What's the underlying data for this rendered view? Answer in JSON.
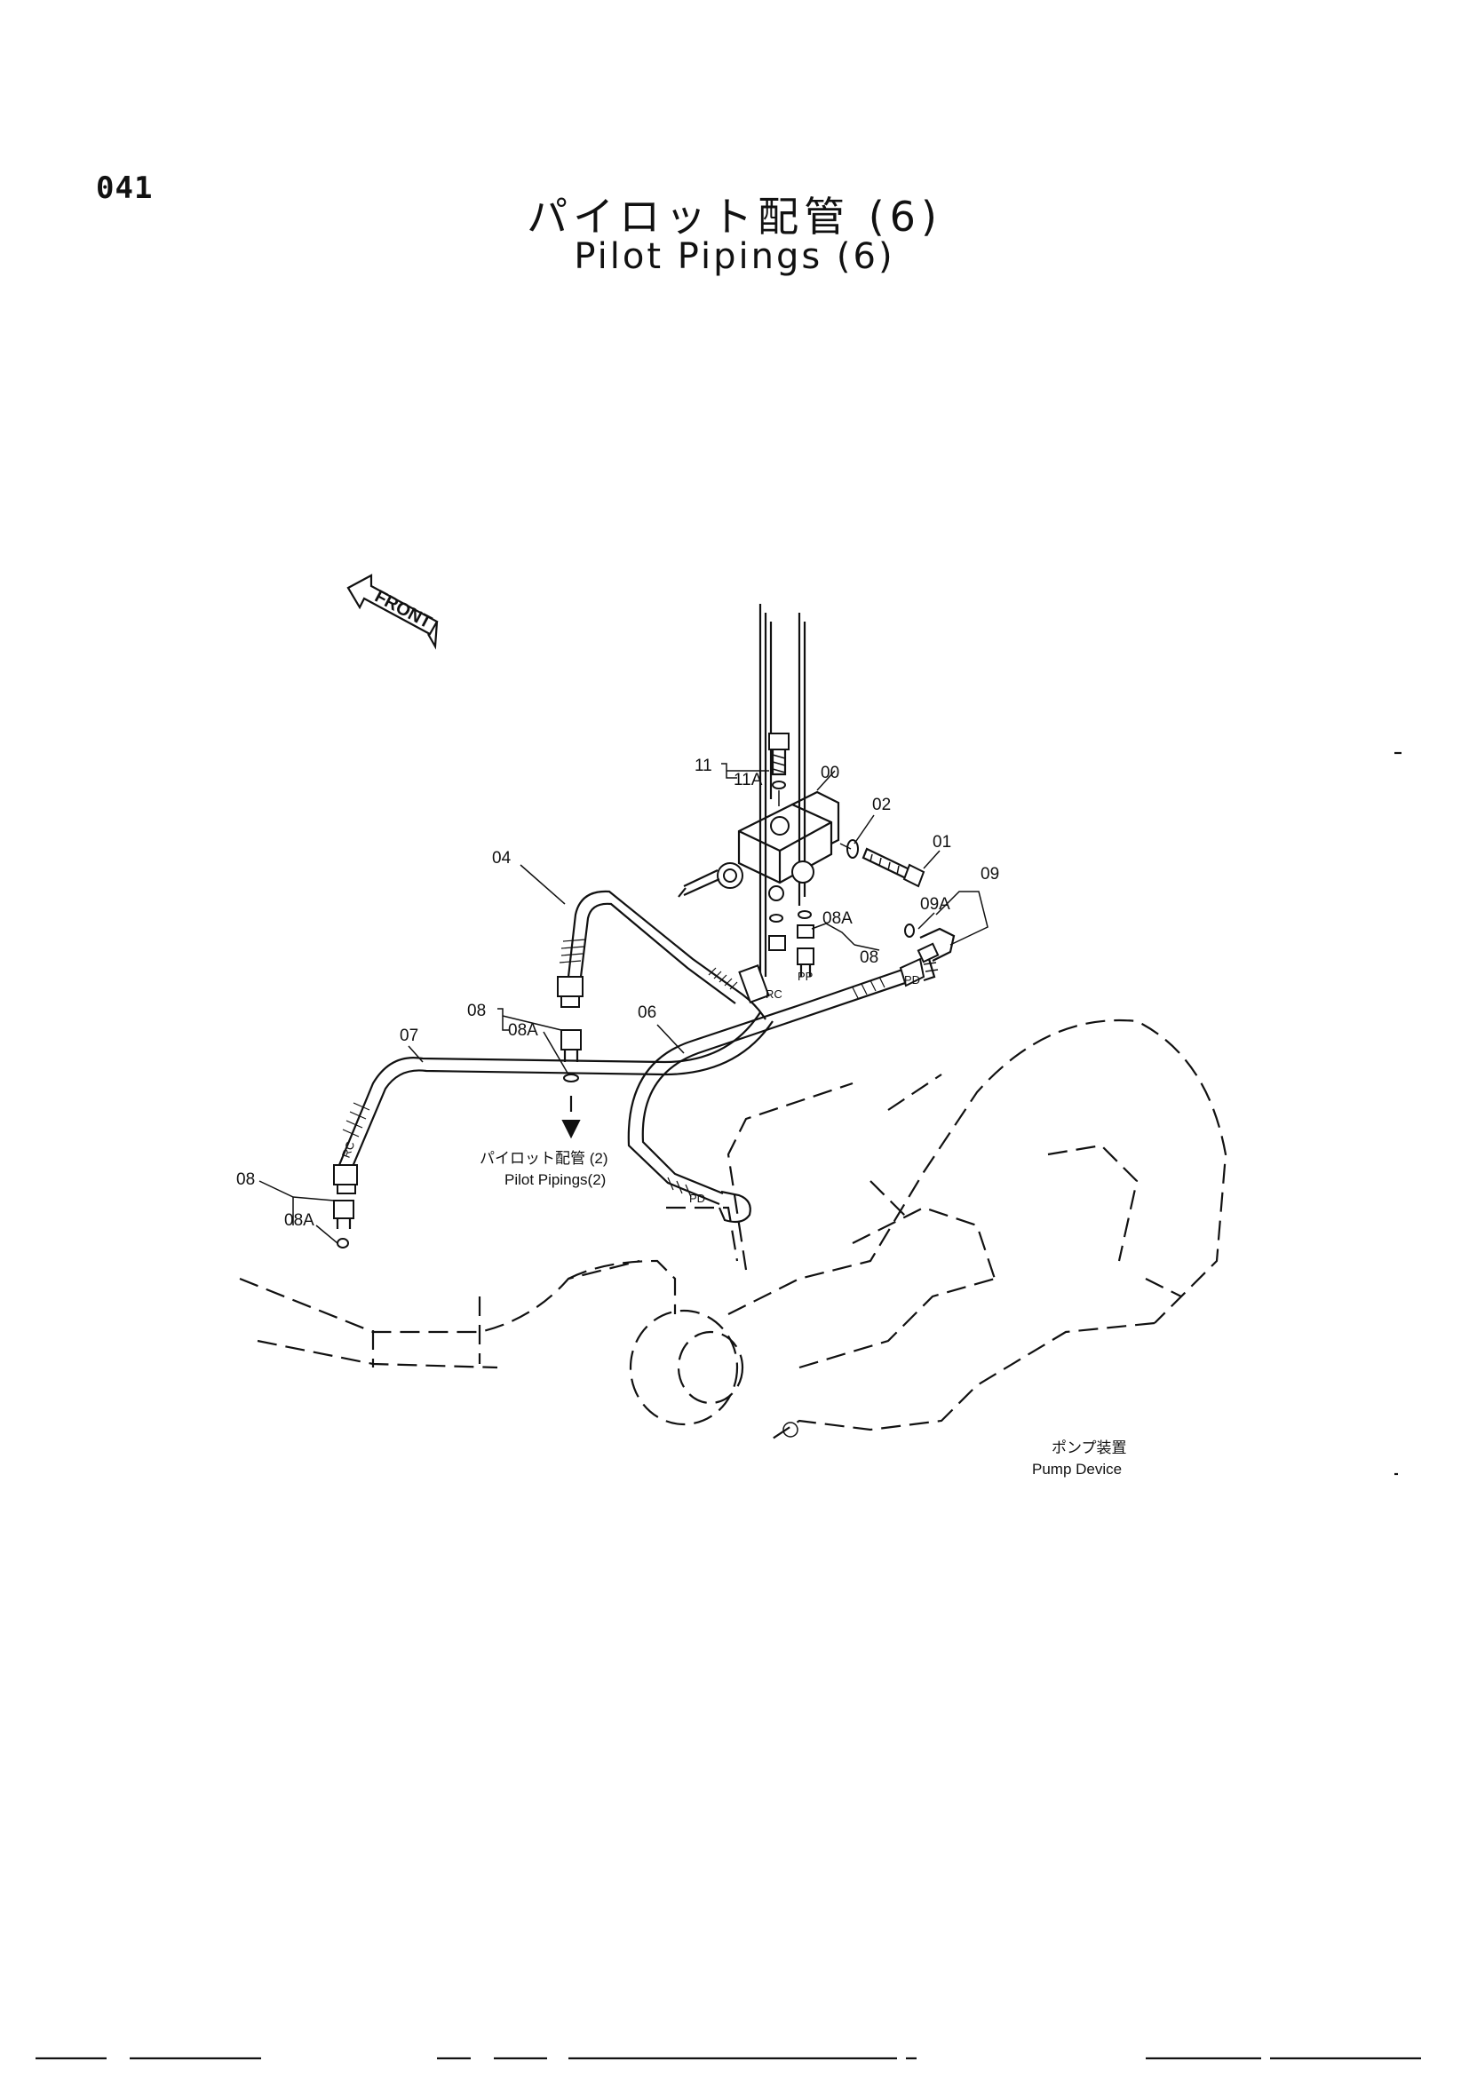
{
  "header": {
    "page_number": "041",
    "title_jp": "パイロット配管 (6)",
    "title_en": "Pilot Pipings (6)"
  },
  "orientation": {
    "label": "FRONT"
  },
  "part_labels": {
    "p11": "11",
    "p11a": "11A",
    "p00": "00",
    "p02": "02",
    "p01": "01",
    "p09": "09",
    "p09a": "09A",
    "p04": "04",
    "p08a_top": "08A",
    "p08_top": "08",
    "p08_mid": "08",
    "p08a_mid": "08A",
    "p06": "06",
    "p07": "07",
    "p08_left": "08",
    "p08a_left": "08A"
  },
  "port_labels": {
    "rc1": "RC",
    "pp": "PP",
    "pd1": "PD",
    "rc2": "RC",
    "pd2": "PD"
  },
  "references": {
    "pilot_jp": "パイロット配管 (2)",
    "pilot_en": "Pilot Pipings(2)",
    "pump_jp": "ポンプ装置",
    "pump_en": "Pump Device"
  }
}
